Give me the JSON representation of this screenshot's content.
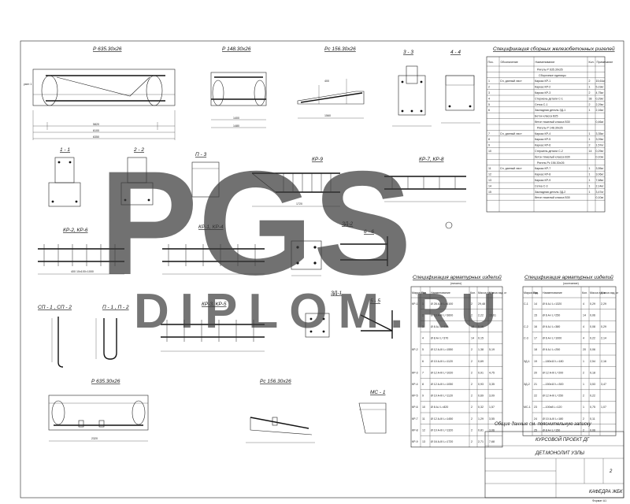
{
  "sheet": {
    "title_block": {
      "line1": "КУРСОВОЙ ПРОЕКТ ДГ",
      "line2": "ДЕТ.МОНОЛИТ УЗЛЫ",
      "line3": "КАФЕДРА ЖБК",
      "sheet_num": "2"
    },
    "note": "Общие данные см. пояснительную записку",
    "footer": "Формат A1"
  },
  "watermark": {
    "big": "PGS",
    "sub": "DIPLOM.RU"
  },
  "views": {
    "beam_top_left": "Р 635.30х26",
    "beam_top_mid": "Р 148.30х26",
    "beam_top_right": "Рс 156.30х26",
    "sect_33": "3 - 3",
    "sect_44": "4 - 4",
    "sect_11": "1 - 1",
    "sect_22": "2 - 2",
    "p3": "П - 3",
    "kr9": "КР-9",
    "kr7": "КР-7, КР-8",
    "kr2": "КР-2, КР-6",
    "kr1": "КР-1, КР-4",
    "zd2": "ЗД-2",
    "sect_66": "6 - 6",
    "zd1": "ЗД-1",
    "sect_55": "5 - 5",
    "sp12": "СП - 1 , СП - 2",
    "p12": "П - 1 , П - 2",
    "kr3": "КР-3, КР-5",
    "beam_bottom_left": "Р 635.30х26",
    "beam_bottom_mid": "Рс 156.30х26",
    "ms1": "МС - 1"
  },
  "spec_prefab": {
    "title": "Спецификация сборных железобетонных ригелей",
    "col_headers": [
      "Поз.",
      "Обозначение",
      "Наименование",
      "Кол.",
      "Примечание"
    ],
    "group_titles": [
      "Ригель Р 635.30х26",
      "Ригель Р 148.30х26",
      "Ригель Рс 156.30х26"
    ],
    "subtitle": "Сборочные единицы",
    "rows": [
      {
        "pos": "1",
        "des": "Сп. данный лист",
        "name": "Каркас КР-1",
        "qty": "2",
        "note": "15,61кг"
      },
      {
        "pos": "2",
        "des": "",
        "name": "Каркас КР-2",
        "qty": "1",
        "note": "5,19кг"
      },
      {
        "pos": "3",
        "des": "",
        "name": "Каркас КР-3",
        "qty": "2",
        "note": "4,75кг"
      },
      {
        "pos": "4",
        "des": "",
        "name": "Стержень детали С-1",
        "qty": "38",
        "note": "0,29кг"
      },
      {
        "pos": "5",
        "des": "",
        "name": "Сетка С-1",
        "qty": "2",
        "note": "2,29кг"
      },
      {
        "pos": "6",
        "des": "",
        "name": "Закладная деталь ЗД-1",
        "qty": "1",
        "note": "2,16кг"
      },
      {
        "pos": "",
        "des": "",
        "name": "Бетон класса В25",
        "qty": "",
        "note": ""
      },
      {
        "pos": "",
        "des": "",
        "name": "бетон тяжелый класса В30",
        "qty": "",
        "note": "0,46м"
      },
      {
        "pos": "7",
        "des": "Сп. данный лист",
        "name": "Каркас КР-4",
        "qty": "1",
        "note": "3,35кг"
      },
      {
        "pos": "8",
        "des": "",
        "name": "Каркас КР-5",
        "qty": "1",
        "note": "3,09кг"
      },
      {
        "pos": "9",
        "des": "",
        "name": "Каркас КР-6",
        "qty": "2",
        "note": "1,57кг"
      },
      {
        "pos": "10",
        "des": "",
        "name": "Стержень детали С-2",
        "qty": "14",
        "note": "0,29кг"
      },
      {
        "pos": "",
        "des": "",
        "name": "бетон тяжелый класса В30",
        "qty": "",
        "note": "0,10м"
      },
      {
        "pos": "11",
        "des": "Сп. данный лист",
        "name": "Каркас КР-7",
        "qty": "1",
        "note": "3,55кг"
      },
      {
        "pos": "12",
        "des": "",
        "name": "Каркас КР-8",
        "qty": "1",
        "note": "3,06кг"
      },
      {
        "pos": "13",
        "des": "",
        "name": "Каркас КР-9",
        "qty": "1",
        "note": "7,68кг"
      },
      {
        "pos": "14",
        "des": "",
        "name": "Сетка С-3",
        "qty": "1",
        "note": "2,14кг"
      },
      {
        "pos": "15",
        "des": "",
        "name": "Закладная деталь ЗД-2",
        "qty": "1",
        "note": "3,47кг"
      },
      {
        "pos": "",
        "des": "",
        "name": "бетон тяжелый класса В30",
        "qty": "",
        "note": "0,10м"
      }
    ]
  },
  "spec_rebar_left": {
    "title": "Спецификация арматурных изделий",
    "subtitle": "(начало)",
    "col_headers": [
      "Марка изд.",
      "Поз.",
      "Наименование",
      "Кол.",
      "Масса ед. кг",
      "Масса изд. кг"
    ],
    "rows": [
      {
        "mark": "КР-1",
        "pos": "1",
        "name": "Ø 28 A-III  L=6100",
        "qty": "2",
        "m1": "29,48",
        "m2": ""
      },
      {
        "mark": "",
        "pos": "2",
        "name": "Ø 10 A-III  L=3600",
        "qty": "2",
        "m1": "2,22",
        "m2": "15,61"
      },
      {
        "mark": "",
        "pos": "3",
        "name": "Ø 8 A-I  L=410",
        "qty": "18",
        "m1": "0,16",
        "m2": ""
      },
      {
        "mark": "",
        "pos": "4",
        "name": "Ø 8 A-I  L=370",
        "qty": "14",
        "m1": "0,15",
        "m2": ""
      },
      {
        "mark": "КР-2",
        "pos": "5",
        "name": "Ø 12 A-III  L=1550",
        "qty": "2",
        "m1": "1,38",
        "m2": "5,19"
      },
      {
        "mark": "",
        "pos": "6",
        "name": "Ø 10 A-III  L=1120",
        "qty": "2",
        "m1": "0,69",
        "m2": ""
      },
      {
        "mark": "КР-3",
        "pos": "7",
        "name": "Ø 12 A-III  L=1020",
        "qty": "2",
        "m1": "0,91",
        "m2": "4,75"
      },
      {
        "mark": "КР-4",
        "pos": "8",
        "name": "Ø 12 A-III  L=1050",
        "qty": "2",
        "m1": "0,93",
        "m2": "3,35"
      },
      {
        "mark": "КР-5",
        "pos": "9",
        "name": "Ø 10 A-III  L=1120",
        "qty": "2",
        "m1": "0,69",
        "m2": "3,09"
      },
      {
        "mark": "КР-6",
        "pos": "10",
        "name": "Ø 8 A-I  L=820",
        "qty": "2",
        "m1": "0,32",
        "m2": "1,57"
      },
      {
        "mark": "КР-7",
        "pos": "11",
        "name": "Ø 12 A-III  L=1450",
        "qty": "2",
        "m1": "1,29",
        "m2": "3,55"
      },
      {
        "mark": "КР-8",
        "pos": "12",
        "name": "Ø 10 A-III  L=1320",
        "qty": "2",
        "m1": "0,81",
        "m2": "3,06"
      },
      {
        "mark": "КР-9",
        "pos": "13",
        "name": "Ø 16 A-III  L=1720",
        "qty": "2",
        "m1": "2,71",
        "m2": "7,68"
      }
    ]
  },
  "spec_rebar_right": {
    "title": "Спецификация арматурных изделий",
    "subtitle": "(окончание)",
    "col_headers": [
      "Марка изд.",
      "Поз.",
      "Наименование",
      "Кол.",
      "Масса ед. кг",
      "Масса изд. кг"
    ],
    "rows": [
      {
        "mark": "С-1",
        "pos": "14",
        "name": "Ø 6 A-I  L=1320",
        "qty": "4",
        "m1": "0,29",
        "m2": "2,29"
      },
      {
        "mark": "",
        "pos": "15",
        "name": "Ø 6 A-I  L=250",
        "qty": "14",
        "m1": "0,06",
        "m2": ""
      },
      {
        "mark": "С-2",
        "pos": "16",
        "name": "Ø 6 A-I  L=380",
        "qty": "4",
        "m1": "0,08",
        "m2": "0,29"
      },
      {
        "mark": "С-3",
        "pos": "17",
        "name": "Ø 6 A-I  L=1000",
        "qty": "4",
        "m1": "0,22",
        "m2": "2,14"
      },
      {
        "mark": "",
        "pos": "18",
        "name": "Ø 6 A-I  L=250",
        "qty": "20",
        "m1": "0,06",
        "m2": ""
      },
      {
        "mark": "ЗД-1",
        "pos": "19",
        "name": "—180х10  L=180",
        "qty": "1",
        "m1": "2,54",
        "m2": "2,16"
      },
      {
        "mark": "",
        "pos": "20",
        "name": "Ø 12 A-III  L=200",
        "qty": "2",
        "m1": "0,18",
        "m2": ""
      },
      {
        "mark": "ЗД-2",
        "pos": "21",
        "name": "—150х10  L=300",
        "qty": "1",
        "m1": "3,53",
        "m2": "3,47"
      },
      {
        "mark": "",
        "pos": "22",
        "name": "Ø 12 A-III  L=250",
        "qty": "2",
        "m1": "0,22",
        "m2": ""
      },
      {
        "mark": "МС-1",
        "pos": "23",
        "name": "—100х8  L=120",
        "qty": "1",
        "m1": "0,75",
        "m2": "1,07"
      },
      {
        "mark": "",
        "pos": "24",
        "name": "Ø 10 A-III  L=180",
        "qty": "2",
        "m1": "0,11",
        "m2": ""
      },
      {
        "mark": "",
        "pos": "25",
        "name": "Ø 8 A-I  L=150",
        "qty": "2",
        "m1": "0,06",
        "m2": ""
      }
    ]
  }
}
